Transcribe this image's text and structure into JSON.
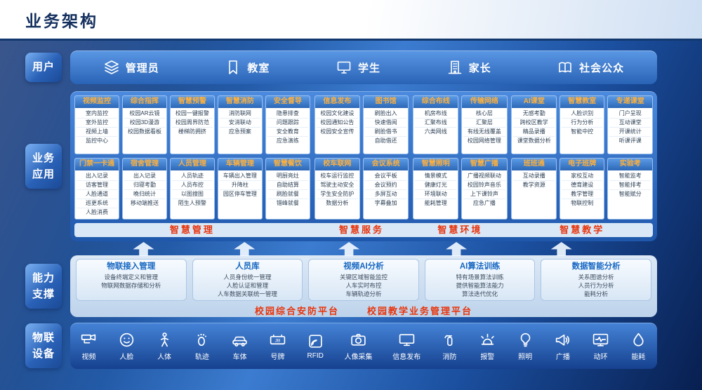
{
  "title": "业务架构",
  "bands": {
    "users": "用户",
    "business": "业务\n应用",
    "capability": "能力\n支撑",
    "devices": "物联\n设备"
  },
  "users": [
    {
      "icon": "layers-icon",
      "label": "管理员"
    },
    {
      "icon": "bookmark-icon",
      "label": "教室"
    },
    {
      "icon": "monitor-icon",
      "label": "学生"
    },
    {
      "icon": "building-icon",
      "label": "家长"
    },
    {
      "icon": "book-icon",
      "label": "社会公众"
    }
  ],
  "business": {
    "groups": [
      {
        "caption": "智慧管理",
        "row1": [
          {
            "title": "视频监控",
            "items": [
              "室内监控",
              "室外监控",
              "视频上墙",
              "监控中心"
            ]
          },
          {
            "title": "综合指挥",
            "items": [
              "校园AR云镜",
              "校园3D漫游",
              "校园数据看板"
            ]
          },
          {
            "title": "智慧预警",
            "items": [
              "校园一键报警",
              "校园周界防范",
              "楼梯防拥挤"
            ]
          },
          {
            "title": "智慧消防",
            "items": [
              "消防联网",
              "安消联动",
              "应急预案"
            ]
          },
          {
            "title": "安全督导",
            "items": [
              "隐患排查",
              "问题跟踪",
              "安全教育",
              "应急演练"
            ]
          }
        ],
        "row2": [
          {
            "title": "门禁一卡通",
            "items": [
              "出入记录",
              "访客管理",
              "人脸通道",
              "巡更系统",
              "人脸消费"
            ]
          },
          {
            "title": "宿舍管理",
            "items": [
              "出入记录",
              "归寝考勤",
              "晚归统计",
              "移动端推送"
            ]
          },
          {
            "title": "人员管理",
            "items": [
              "人员轨迹",
              "人员布控",
              "以图搜图",
              "陌生人预警"
            ]
          },
          {
            "title": "车辆管理",
            "items": [
              "车辆出入管理",
              "升降柱",
              "园区停车管理"
            ]
          },
          {
            "title": "智慧餐饮",
            "items": [
              "明厨亮灶",
              "自助结算",
              "刷脸就餐",
              "错峰就餐"
            ]
          }
        ]
      },
      {
        "caption": "智慧服务",
        "row1": [
          {
            "title": "信息发布",
            "items": [
              "校园文化建设",
              "校园通知公告",
              "校园安全宣传"
            ]
          },
          {
            "title": "图书馆",
            "items": [
              "刷脸出入",
              "快速借阅",
              "刷脸借书",
              "自助借还"
            ]
          }
        ],
        "row2": [
          {
            "title": "校车联网",
            "items": [
              "校车运行监控",
              "驾驶主动安全",
              "学生安全防护",
              "数据分析"
            ]
          },
          {
            "title": "会议系统",
            "items": [
              "会议平板",
              "会议预约",
              "多屏互动",
              "字幕叠加"
            ]
          }
        ]
      },
      {
        "caption": "智慧环境",
        "row1": [
          {
            "title": "综合布线",
            "items": [
              "机房布线",
              "汇聚布线",
              "六类网线"
            ]
          },
          {
            "title": "传输网络",
            "items": [
              "核心层",
              "汇聚层",
              "有线无线覆盖",
              "校园网络管理"
            ]
          }
        ],
        "row2": [
          {
            "title": "智慧照明",
            "items": [
              "情景模式",
              "健康灯光",
              "环境联动",
              "能耗管理"
            ]
          },
          {
            "title": "智慧广播",
            "items": [
              "广播视频联动",
              "校园铃声音乐",
              "上下课铃声",
              "应急广播"
            ]
          }
        ]
      },
      {
        "caption": "智慧教学",
        "row1": [
          {
            "title": "AI课堂",
            "items": [
              "无感考勤",
              "跨校区教学",
              "精品录播",
              "课堂数据分析"
            ]
          },
          {
            "title": "智慧教室",
            "items": [
              "人脸识别",
              "行为分析",
              "智能中控"
            ]
          },
          {
            "title": "专递课堂",
            "items": [
              "门户呈现",
              "互动课堂",
              "开课统计",
              "听课评课"
            ]
          }
        ],
        "row2": [
          {
            "title": "班班通",
            "items": [
              "互动录播",
              "教学资源"
            ]
          },
          {
            "title": "电子班牌",
            "items": [
              "家校互动",
              "德育建设",
              "教学管理",
              "物联控制"
            ]
          },
          {
            "title": "实验考",
            "items": [
              "智能监考",
              "智能排考",
              "智能赋分"
            ]
          }
        ]
      }
    ]
  },
  "capability": {
    "cards": [
      {
        "title": "物联接入管理",
        "items": [
          "设备终端定义和管理",
          "物联网数据存储和分析"
        ]
      },
      {
        "title": "人员库",
        "items": [
          "人员身份统一管理",
          "人脸认证和管理",
          "人车数据关联统一管理"
        ]
      },
      {
        "title": "视频AI分析",
        "items": [
          "关键区域智能监控",
          "人车实时布控",
          "车辆轨迹分析"
        ]
      },
      {
        "title": "AI算法训练",
        "items": [
          "特有场景算法训练",
          "提供智能算法能力",
          "算法迭代优化"
        ]
      },
      {
        "title": "数据智能分析",
        "items": [
          "关系图谱分析",
          "人员行为分析",
          "能耗分析"
        ]
      }
    ],
    "platforms": [
      "校园综合安防平台",
      "校园教学业务管理平台"
    ]
  },
  "devices": [
    {
      "icon": "cctv-icon",
      "label": "视频"
    },
    {
      "icon": "face-icon",
      "label": "人脸"
    },
    {
      "icon": "person-icon",
      "label": "人体"
    },
    {
      "icon": "footprint-icon",
      "label": "轨迹"
    },
    {
      "icon": "car-icon",
      "label": "车体"
    },
    {
      "icon": "plate-icon",
      "label": "号牌"
    },
    {
      "icon": "rfid-icon",
      "label": "RFID"
    },
    {
      "icon": "camera-icon",
      "label": "人像采集"
    },
    {
      "icon": "screen-icon",
      "label": "信息发布"
    },
    {
      "icon": "fire-icon",
      "label": "消防"
    },
    {
      "icon": "alarm-icon",
      "label": "报警"
    },
    {
      "icon": "bulb-icon",
      "label": "照明"
    },
    {
      "icon": "speaker-icon",
      "label": "广播"
    },
    {
      "icon": "gauge-icon",
      "label": "动环"
    },
    {
      "icon": "drop-icon",
      "label": "能耗"
    }
  ]
}
